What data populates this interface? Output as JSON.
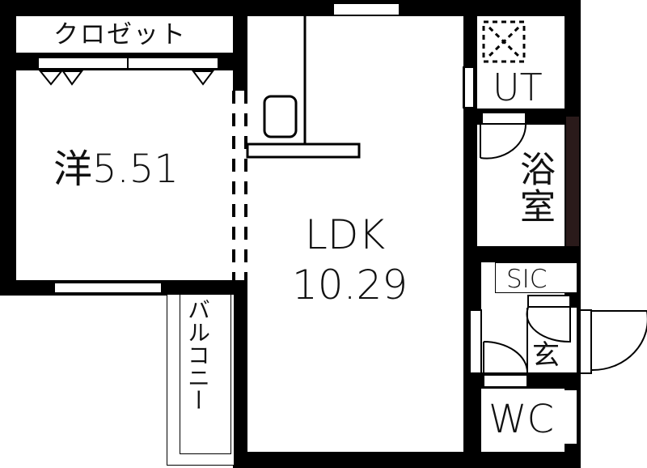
{
  "floor_plan": {
    "rooms": {
      "closet": {
        "label": "クロゼット"
      },
      "western_room": {
        "label": "洋5.51",
        "type": "洋",
        "area": "5.51"
      },
      "ldk": {
        "label_line1": "LDK",
        "label_line2": "10.29",
        "area": "10.29"
      },
      "utility": {
        "label": "UT"
      },
      "bathroom": {
        "label": "浴室"
      },
      "sic": {
        "label": "SIC"
      },
      "entrance": {
        "label": "玄"
      },
      "wc": {
        "label": "WC"
      },
      "balcony": {
        "label": "バルコニー"
      }
    },
    "colors": {
      "wall": "#000000",
      "background": "#ffffff",
      "text": "#111111"
    }
  }
}
